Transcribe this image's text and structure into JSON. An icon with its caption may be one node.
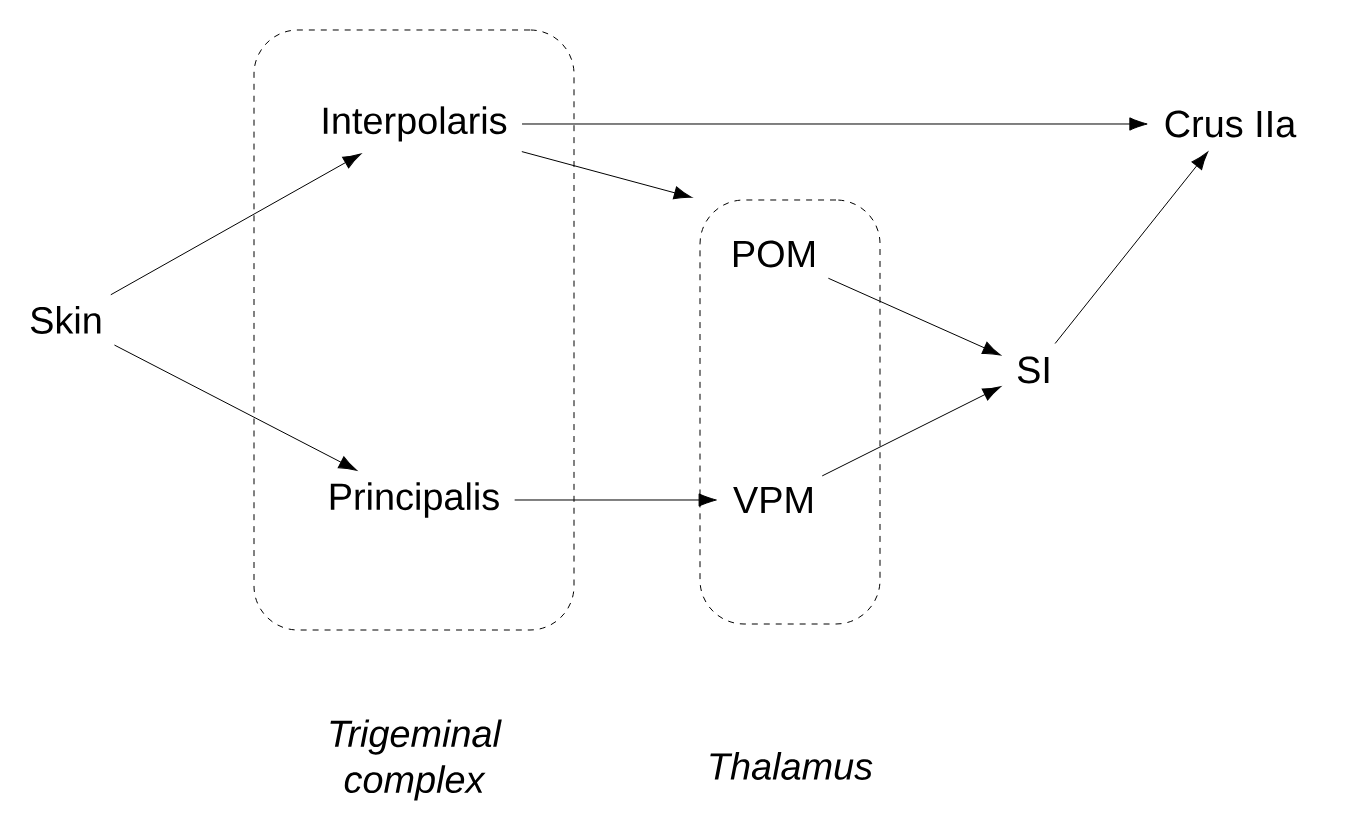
{
  "diagram": {
    "nodes": [
      {
        "text": [
          "Skin"
        ]
      },
      {
        "text": [
          "Trigeminal complex"
        ]
      },
      {
        "text": [
          "Interpolaris"
        ],
        "in": 1
      },
      {
        "text": [
          "Principalis"
        ],
        "in": 1
      },
      {
        "text": [
          "Thalamus"
        ]
      },
      {
        "text": [
          "POM"
        ],
        "in": 4
      },
      {
        "text": [
          "VPM"
        ],
        "in": 4
      },
      {
        "text": [
          "SI"
        ]
      },
      {
        "text": [
          "Crus IIa"
        ]
      }
    ],
    "edges": [
      {
        "from": 0,
        "to": 2,
        "arrow": "to"
      },
      {
        "from": 0,
        "to": 3,
        "arrow": "to"
      },
      {
        "from": 2,
        "to": 8,
        "arrow": "to"
      },
      {
        "from": 2,
        "to": 4,
        "arrow": "to"
      },
      {
        "from": 3,
        "to": 6,
        "arrow": "to"
      },
      {
        "from": 5,
        "to": 7,
        "arrow": "to"
      },
      {
        "from": 6,
        "to": 7,
        "arrow": "to"
      },
      {
        "from": 7,
        "to": 8,
        "arrow": "to"
      }
    ]
  }
}
